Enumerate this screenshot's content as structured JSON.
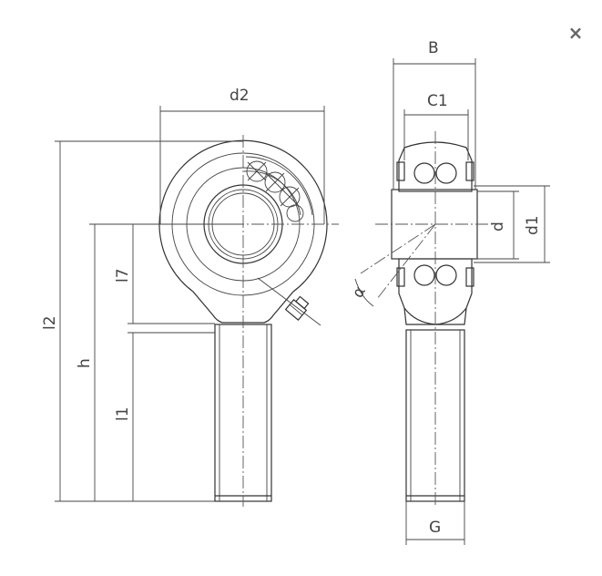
{
  "close_button": {
    "glyph": "×"
  },
  "labels": {
    "d2": "d2",
    "B": "B",
    "C1": "C1",
    "d": "d",
    "d1": "d1",
    "l2": "l2",
    "h": "h",
    "l1": "l1",
    "l7": "l7",
    "alpha": "α",
    "G": "G"
  },
  "colors": {
    "line": "#333333",
    "text": "#444444",
    "close": "#666666"
  }
}
